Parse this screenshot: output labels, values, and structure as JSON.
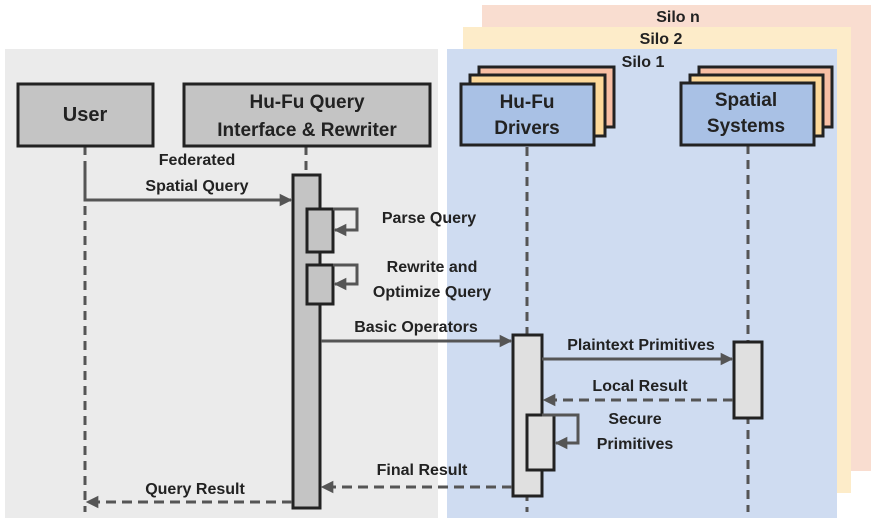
{
  "colors": {
    "client_region": "#ebebeb",
    "silo_1": "#cfdcf1",
    "silo_2": "#fdecc9",
    "silo_n": "#f9ddd0",
    "participant_gray": "#c4c4c4",
    "participant_blue": "#a9c1e5",
    "stack_yellow": "#fdd99a",
    "stack_orange": "#f8bfa4",
    "activation_light": "#e0e0e0",
    "line": "#555555",
    "border": "#222222"
  },
  "silos": [
    {
      "label": "Silo n"
    },
    {
      "label": "Silo 2"
    },
    {
      "label": "Silo 1"
    }
  ],
  "participants": {
    "user": {
      "lines": [
        "User"
      ]
    },
    "interface": {
      "lines": [
        "Hu-Fu Query",
        "Interface & Rewriter"
      ]
    },
    "drivers": {
      "lines": [
        "Hu-Fu",
        "Drivers"
      ]
    },
    "spatial": {
      "lines": [
        "Spatial",
        "Systems"
      ]
    }
  },
  "messages": {
    "federated_query": {
      "lines": [
        "Federated",
        "Spatial Query"
      ],
      "style": "solid"
    },
    "parse_query": {
      "lines": [
        "Parse Query"
      ],
      "style": "self"
    },
    "rewrite": {
      "lines": [
        "Rewrite and",
        "Optimize Query"
      ],
      "style": "self"
    },
    "basic_operators": {
      "lines": [
        "Basic Operators"
      ],
      "style": "solid"
    },
    "plaintext_primitives": {
      "lines": [
        "Plaintext Primitives"
      ],
      "style": "solid"
    },
    "local_result": {
      "lines": [
        "Local Result"
      ],
      "style": "dashed-return"
    },
    "secure_primitives": {
      "lines": [
        "Secure",
        "Primitives"
      ],
      "style": "self"
    },
    "final_result": {
      "lines": [
        "Final Result"
      ],
      "style": "dashed-return"
    },
    "query_result": {
      "lines": [
        "Query Result"
      ],
      "style": "dashed-return"
    }
  }
}
